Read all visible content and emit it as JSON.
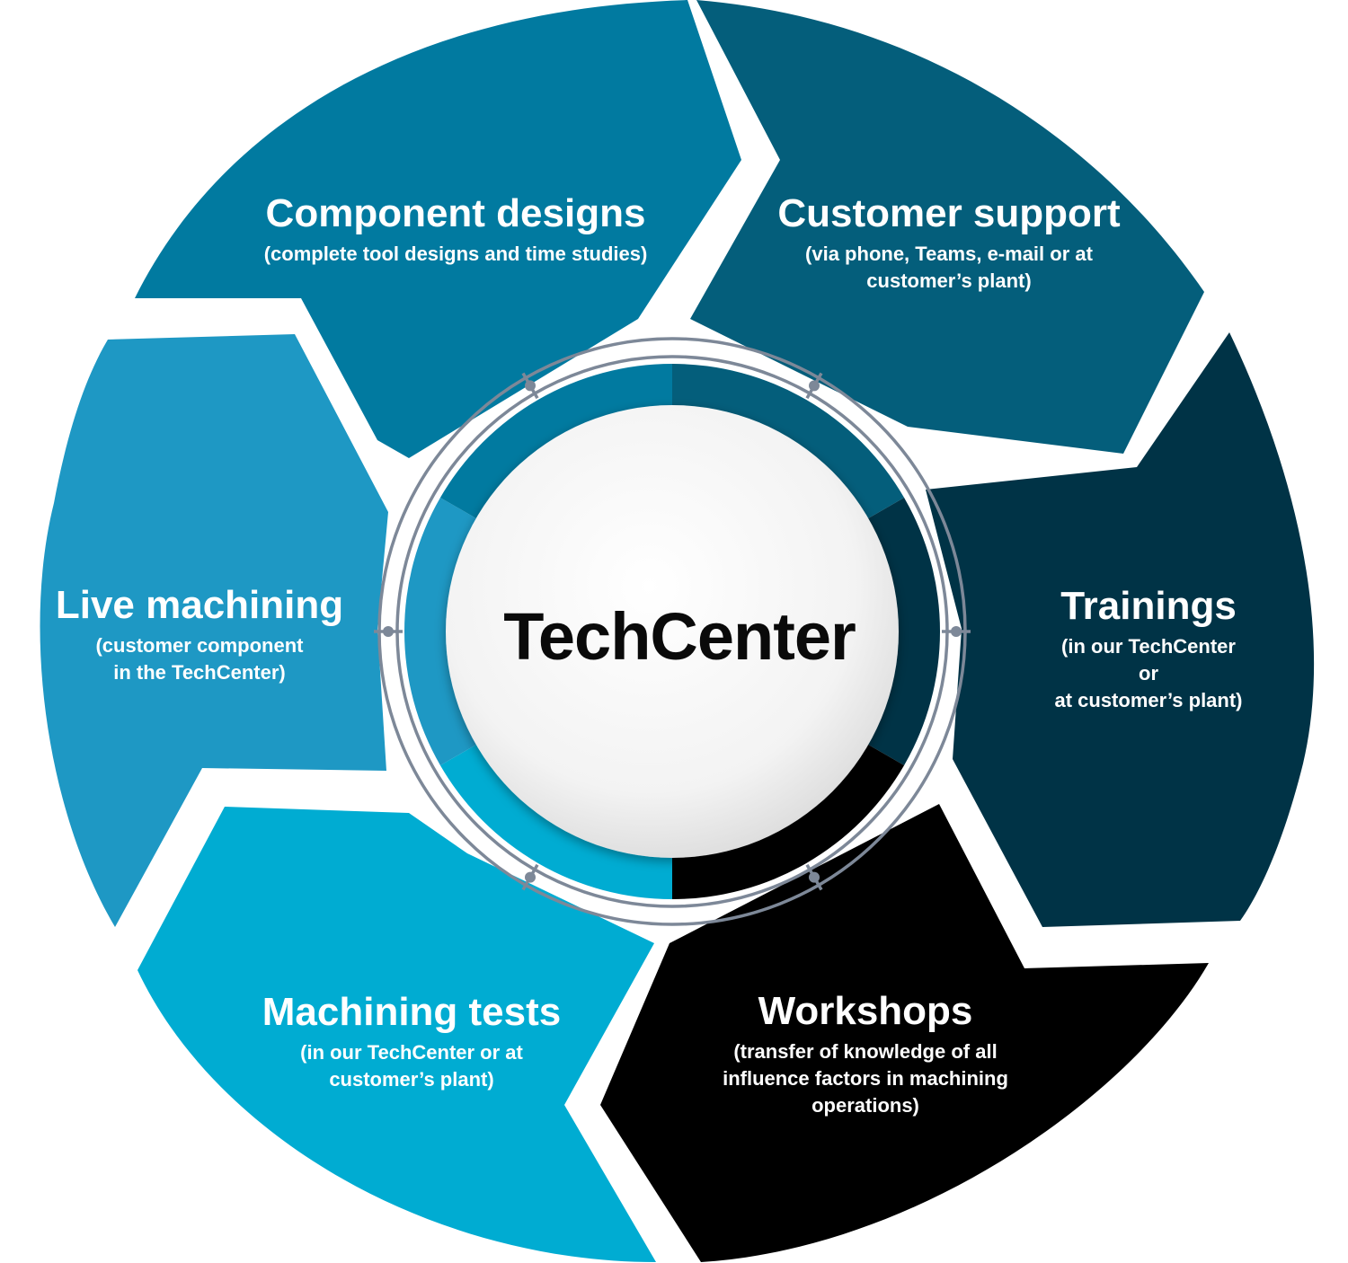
{
  "center": {
    "title": "TechCenter"
  },
  "segments": [
    {
      "title": "Component designs",
      "subtitle_lines": [
        "(complete tool designs and time studies)"
      ],
      "color": "#017aa0"
    },
    {
      "title": "Customer support",
      "subtitle_lines": [
        "(via phone, Teams, e-mail or at",
        "customer’s plant)"
      ],
      "color": "#045e7b"
    },
    {
      "title": "Trainings",
      "subtitle_lines": [
        "(in our TechCenter or",
        "at customer’s plant)"
      ],
      "color": "#003346"
    },
    {
      "title": "Workshops",
      "subtitle_lines": [
        "(transfer of knowledge of all",
        "influence factors in machining",
        "operations)"
      ],
      "color": "#000000"
    },
    {
      "title": "Machining tests",
      "subtitle_lines": [
        "(in our TechCenter or at",
        "customer’s plant)"
      ],
      "color": "#00acd2"
    },
    {
      "title": "Live machining",
      "subtitle_lines": [
        "(customer component",
        "in the TechCenter)"
      ],
      "color": "#1e98c4"
    }
  ],
  "colors": {
    "ring_line": "#7d8898",
    "hub_fill": "#f2f2f2"
  }
}
